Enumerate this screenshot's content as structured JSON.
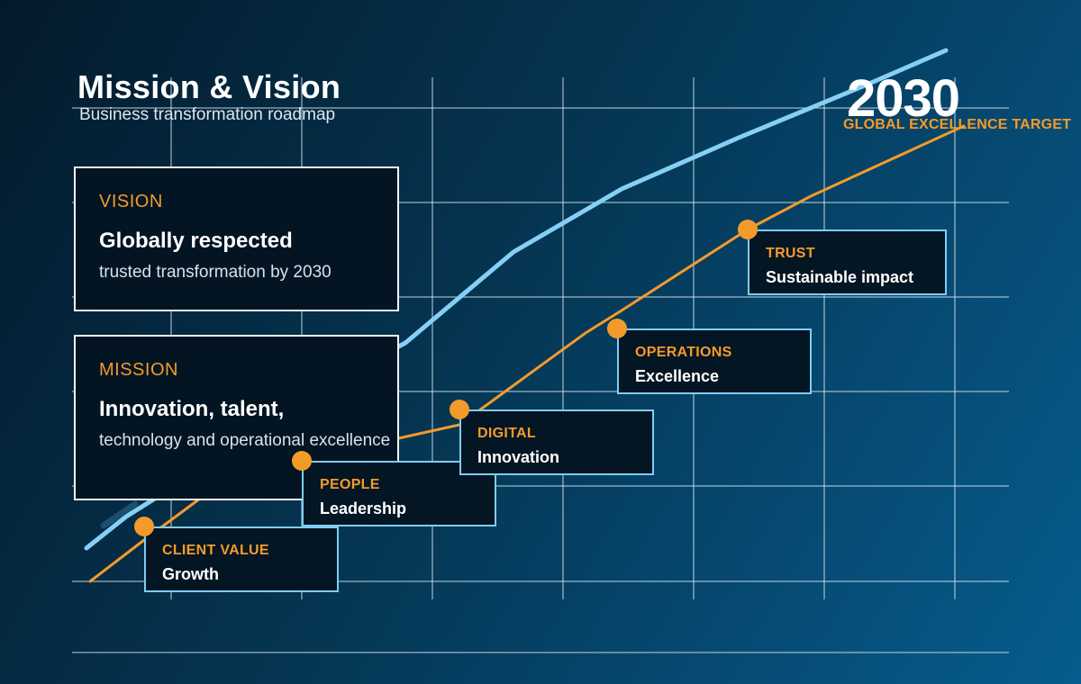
{
  "header": {
    "title": "Mission & Vision",
    "subtitle": "Business transformation roadmap",
    "year": "2030",
    "target_label": "GLOBAL EXCELLENCE TARGET"
  },
  "vision": {
    "heading": "VISION",
    "headline": "Globally respected",
    "detail": "trusted transformation by 2030"
  },
  "mission": {
    "heading": "MISSION",
    "headline": "Innovation, talent,",
    "detail": "technology and operational excellence"
  },
  "milestones": [
    {
      "category": "CLIENT VALUE",
      "label": "Growth"
    },
    {
      "category": "PEOPLE",
      "label": "Leadership"
    },
    {
      "category": "DIGITAL",
      "label": "Innovation"
    },
    {
      "category": "OPERATIONS",
      "label": "Excellence"
    },
    {
      "category": "TRUST",
      "label": "Sustainable impact"
    }
  ],
  "colors": {
    "accent_orange": "#f39b2a",
    "accent_blue": "#86d0f5",
    "panel_bg": "#031422",
    "milestone_border": "#7fcdf3",
    "grid": "#e6eef4"
  }
}
